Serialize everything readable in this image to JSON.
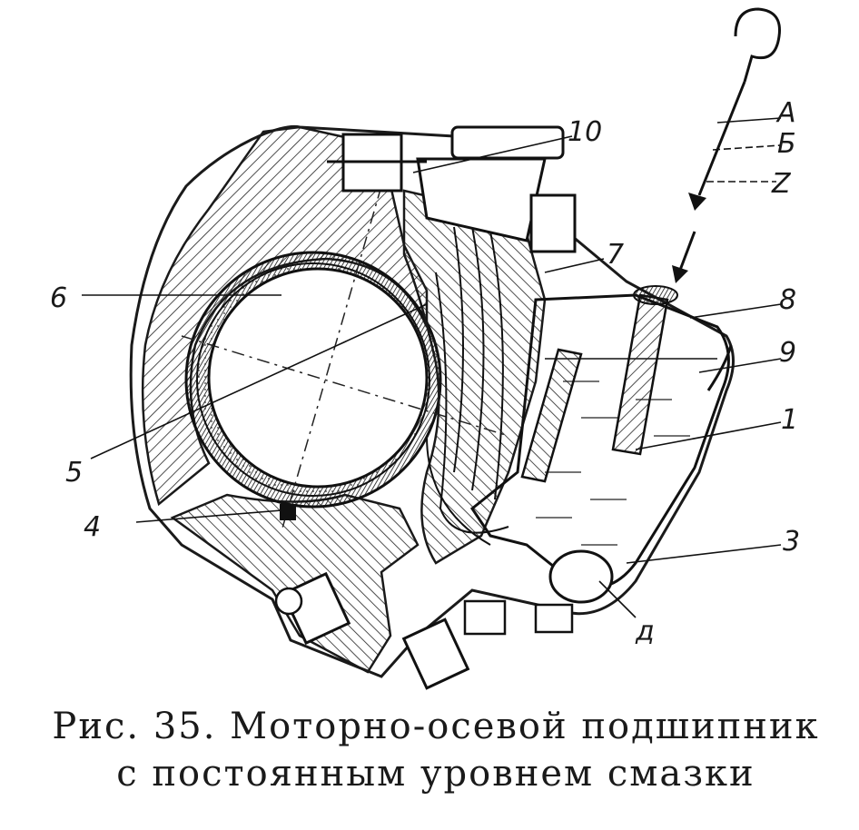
{
  "figure": {
    "callouts": {
      "c10": "10",
      "cA": "А",
      "cB": "Б",
      "cZ": "Z",
      "c7": "7",
      "c8": "8",
      "c9": "9",
      "c1": "1",
      "c6": "6",
      "c5": "5",
      "c4": "4",
      "c3": "3",
      "cD": "д"
    }
  },
  "caption": {
    "line1": "Рис. 35. Моторно-осевой подшипник",
    "line2": "с постоянным уровнем смазки"
  }
}
